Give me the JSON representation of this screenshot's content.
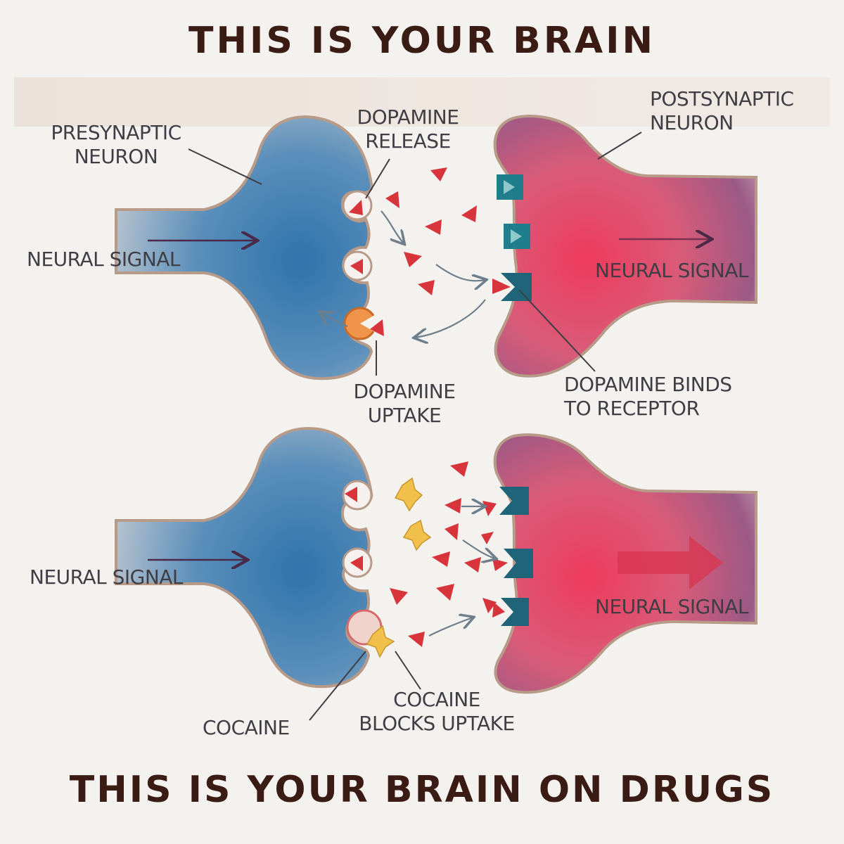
{
  "headings": {
    "top": "THIS IS YOUR BRAIN",
    "bottom": "THIS IS YOUR BRAIN ON DRUGS"
  },
  "labels": {
    "presynaptic_neuron": [
      "PRESYNAPTIC",
      "NEURON"
    ],
    "dopamine_release": [
      "DOPAMINE",
      "RELEASE"
    ],
    "postsynaptic_neuron": [
      "POSTSYNAPTIC",
      "NEURON"
    ],
    "neural_signal_top_left": "NEURAL SIGNAL",
    "neural_signal_top_right": "NEURAL SIGNAL",
    "dopamine_uptake": [
      "DOPAMINE",
      "UPTAKE"
    ],
    "dopamine_binds": [
      "DOPAMINE BINDS",
      "TO RECEPTOR"
    ],
    "neural_signal_bottom_left": "NEURAL SIGNAL",
    "neural_signal_bottom_right": "NEURAL SIGNAL",
    "cocaine": "COCAINE",
    "cocaine_blocks": [
      "COCAINE",
      "BLOCKS UPTAKE"
    ]
  },
  "colors": {
    "heading": "#3a1c14",
    "presynaptic": "#3f7fb0",
    "postsynaptic": "#e0405e",
    "dopamine": "#d8343c",
    "receptor": "#1f7d8c",
    "cocaine": "#f0c04a",
    "transporter": "#f08a3c"
  }
}
